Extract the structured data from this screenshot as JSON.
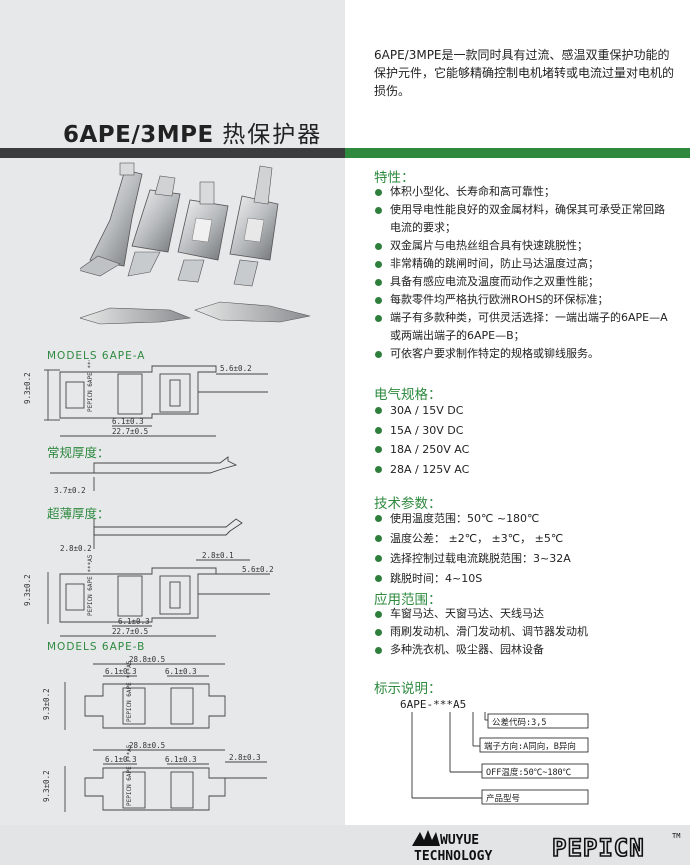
{
  "intro": {
    "text": "6APE/3MPE是一款同时具有过流、感温双重保护功能的保护元件，它能够精确控制电机堵转或电流过量对电机的损伤。"
  },
  "title": {
    "model": "6APE/3MPE",
    "name": "热保护器"
  },
  "features": {
    "heading": "特性：",
    "items": [
      "体积小型化、长寿命和高可靠性；",
      "使用导电性能良好的双金属材料，确保其可承受正常回路电流的要求；",
      "双金属片与电热丝组合具有快速跳脱性；",
      "非常精确的跳闸时间，防止马达温度过高；",
      "具备有感应电流及温度而动作之双重性能；",
      "每款零件均严格执行欧洲ROHS的环保标准；",
      "端子有多款种类，可供灵活选择：一端出端子的6APE—A或两端出端子的6APE—B；",
      "可依客户要求制作特定的规格或铆线服务。"
    ]
  },
  "electrical": {
    "heading": "电气规格：",
    "items": [
      "30A / 15V DC",
      "15A / 30V DC",
      "18A / 250V AC",
      "28A / 125V AC"
    ]
  },
  "technical": {
    "heading": "技术参数：",
    "items": [
      "使用温度范围：50℃ ~180℃",
      "温度公差： ±2℃， ±3℃， ±5℃",
      "选择控制过载电流跳脱范围：3~32A",
      "跳脱时间：4~10S"
    ]
  },
  "applications": {
    "heading": "应用范围：",
    "items": [
      "车窗马达、天窗马达、天线马达",
      "雨刷发动机、滑门发动机、调节器发动机",
      "多种洗衣机、吸尘器、园林设备"
    ]
  },
  "designation": {
    "heading": "标示说明：",
    "code": "6APE-***A5",
    "legend": [
      "公差代码:3,5",
      "端子方向:A同向，B异向",
      "OFF温度:50℃~180℃",
      "产品型号"
    ]
  },
  "left": {
    "models_a": "MODELS  6APE-A",
    "normal_thickness": "常规厚度：",
    "thin_thickness": "超薄厚度：",
    "models_b": "MODELS  6APE-B"
  },
  "dims": {
    "a_height": "9.3±0.2",
    "a_right": "5.6±0.2",
    "a_inner": "6.1±0.3",
    "a_total": "22.7±0.5",
    "normal_t": "3.7±0.2",
    "thin_t": "2.8±0.2",
    "thin_tab": "2.8±0.1",
    "thin_right": "5.6±0.2",
    "thin_height": "9.3±0.2",
    "thin_inner": "6.1±0.3",
    "thin_total": "22.7±0.5",
    "b_total": "28.8±0.5",
    "b_inner_left": "6.1±0.3",
    "b_inner_right": "6.1±0.3",
    "b_height": "9.3±0.2",
    "b2_total": "28.8±0.5",
    "b2_inner_left": "6.1±0.3",
    "b2_inner_right": "6.1±0.3",
    "b2_height": "9.3±0.2",
    "b2_right": "2.8±0.3",
    "chip_text": "PEPICN 6APE ***A5"
  },
  "footer": {
    "brand1_line1": "WUYUE",
    "brand1_line2": "TECHNOLOGY",
    "brand2": "PEPICN",
    "tm": "TM"
  },
  "colors": {
    "accent": "#2e8a3f",
    "panel": "#e7e8ea",
    "rule": "#3a3c3e"
  }
}
